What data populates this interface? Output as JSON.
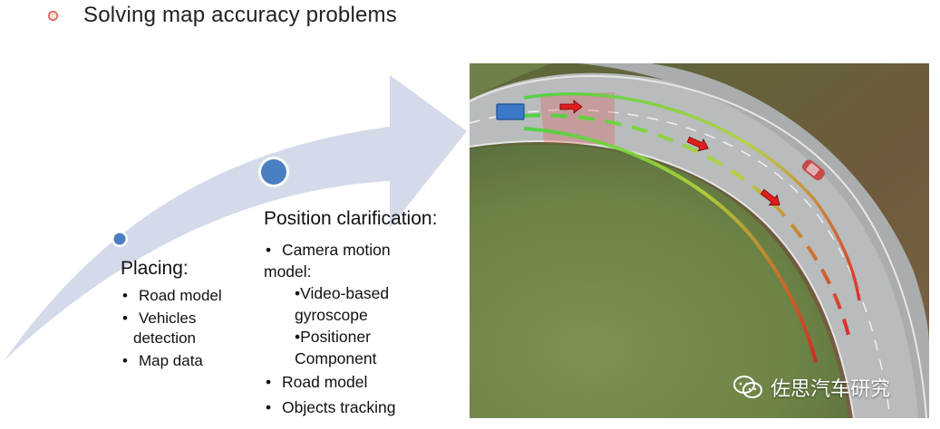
{
  "header": {
    "title": "Solving map accuracy problems",
    "bullet_icon": "ring-bullet-icon",
    "bullet_color": "#e0726a"
  },
  "arrow_color": "#d3d9e8",
  "node_color": "#4a7fc1",
  "placing": {
    "heading": "Placing:",
    "items": [
      "Road model",
      "Vehicles",
      "detection",
      "Map data"
    ]
  },
  "position": {
    "heading": "Position clarification:",
    "line1": "Camera motion",
    "line2": "model:",
    "line3": "•Video-based",
    "line4": "gyroscope",
    "line5": "•Positioner",
    "line6": "Component",
    "line7": "Road model",
    "line8": "Objects tracking"
  },
  "photo": {
    "description_icon": "aerial-road-photo"
  },
  "watermark": {
    "text": "佐思汽车研究",
    "icon": "wechat-icon"
  }
}
